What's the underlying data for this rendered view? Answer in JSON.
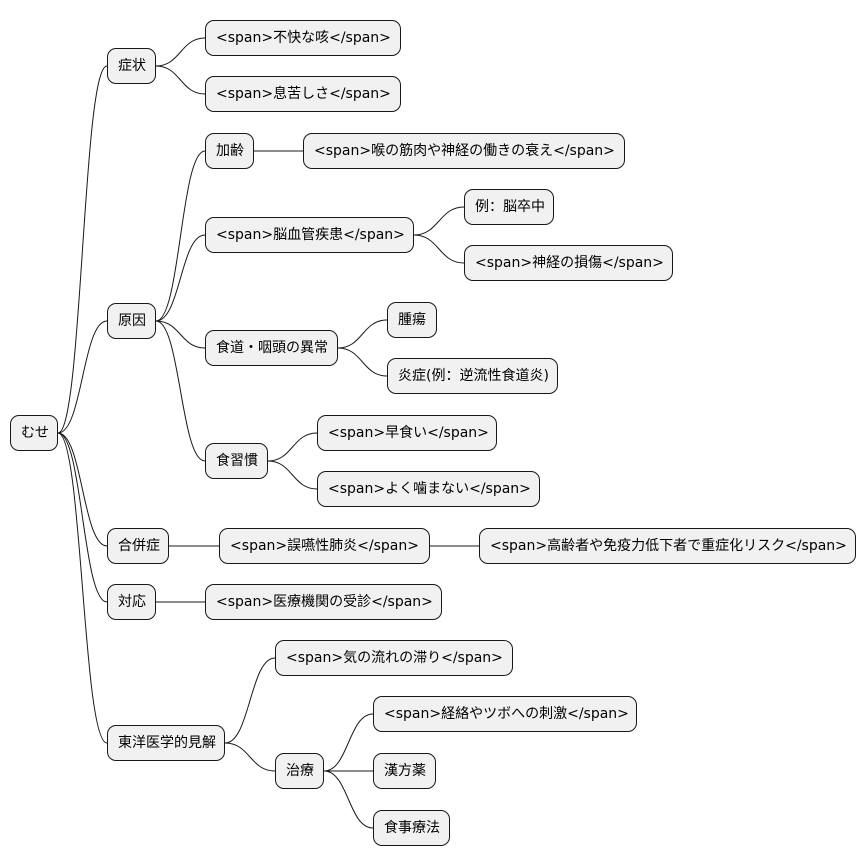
{
  "mindmap": {
    "root": {
      "label": "むせ"
    },
    "branches": {
      "symptoms": {
        "label": "症状",
        "children": [
          "<span>不快な咳</span>",
          "<span>息苦しさ</span>"
        ]
      },
      "causes": {
        "label": "原因",
        "aging": {
          "label": "加齢",
          "child": "<span>喉の筋肉や神経の働きの衰え</span>"
        },
        "cerebrovascular": {
          "label": "<span>脳血管疾患</span>",
          "children": [
            "例：脳卒中",
            "<span>神経の損傷</span>"
          ]
        },
        "esophagus": {
          "label": "食道・咽頭の異常",
          "children": [
            "腫瘍",
            "炎症(例：逆流性食道炎)"
          ]
        },
        "habits": {
          "label": "食習慣",
          "children": [
            "<span>早食い</span>",
            "<span>よく噛まない</span>"
          ]
        }
      },
      "complications": {
        "label": "合併症",
        "pneumonia": {
          "label": "<span>誤嚥性肺炎</span>",
          "child": "<span>高齢者や免疫力低下者で重症化リスク</span>"
        }
      },
      "response": {
        "label": "対応",
        "child": "<span>医療機関の受診</span>"
      },
      "eastern": {
        "label": "東洋医学的見解",
        "qi": "<span>気の流れの滞り</span>",
        "treatment": {
          "label": "治療",
          "children": [
            "<span>経絡やツボへの刺激</span>",
            "漢方薬",
            "食事療法"
          ]
        }
      }
    }
  }
}
